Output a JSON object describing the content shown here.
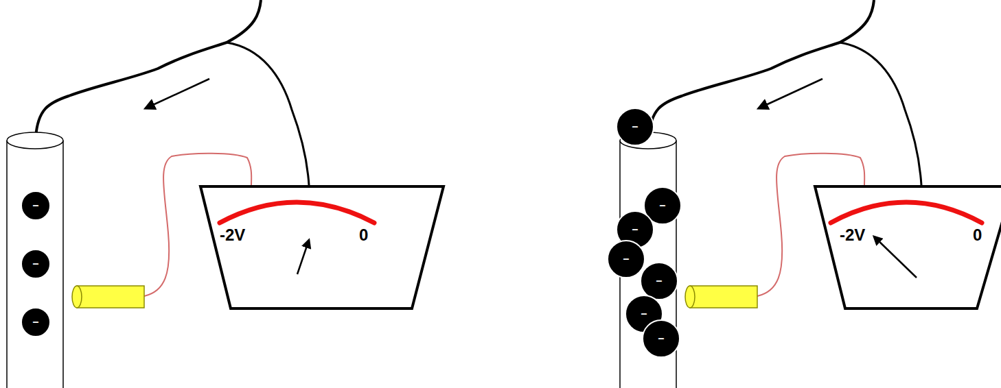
{
  "diagram": {
    "nodes": [
      {
        "text": [
          "–"
        ]
      },
      {
        "text": [
          "–"
        ]
      },
      {
        "text": [
          "–"
        ]
      },
      {
        "text": [
          "-2V",
          "0"
        ]
      },
      {
        "text": [
          "–"
        ]
      },
      {
        "text": [
          "–"
        ]
      },
      {
        "text": [
          "–"
        ]
      },
      {
        "text": [
          "–"
        ]
      },
      {
        "text": [
          "–"
        ]
      },
      {
        "text": [
          "–"
        ]
      },
      {
        "text": [
          "–"
        ]
      },
      {
        "text": [
          "-2V",
          "0"
        ]
      }
    ]
  }
}
